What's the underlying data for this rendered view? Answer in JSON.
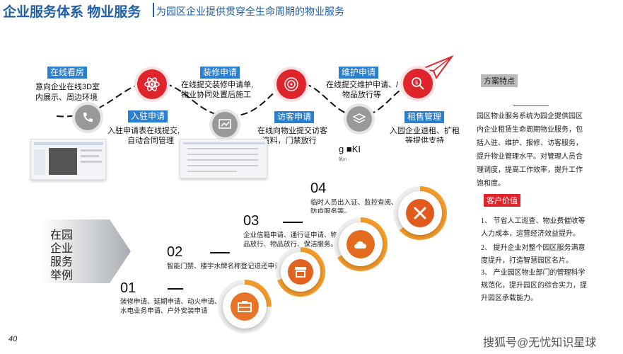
{
  "header": {
    "title": "企业服务体系 物业服务",
    "subtitle": "为园区企业提供贯穿全生命周期的物业服务"
  },
  "flow": {
    "online_viewing": {
      "label": "在线看房",
      "text": [
        "意向企业在线3D室",
        "内展示、周边环境"
      ]
    },
    "checkin": {
      "label": "入驻申请",
      "text": [
        "入驻申请表在线提交,",
        "自动合同管理"
      ]
    },
    "decoration": {
      "label": "装修申请",
      "text": [
        "在线提交装修申请单,",
        "物业协同处置后施工"
      ]
    },
    "visitor": {
      "label": "访客申请",
      "text": [
        "在线向物业提交访客",
        "■资料，门禁放行"
      ]
    },
    "maintenance": {
      "label": "维护申请",
      "text": [
        "在线提交维护申请、/",
        "物品放行等"
      ]
    },
    "leasing": {
      "label": "租售管理",
      "text": [
        "入园企业退租、扩租",
        "等提供支持"
      ]
    },
    "stray_text": "g ■KI",
    "stray_small": "帆m"
  },
  "features": {
    "title": "方案特点",
    "text": "园区物业服务系统为园企提供园区内企业租赁生命周期物业服务，包括入驻、维护、报修、访客服务，提升物业管理水平。对管理人员合理调度，提高工作效率，提升工作饱和度。"
  },
  "customer_value": {
    "title": "客户价值",
    "items": [
      "1、 节省人工巡查、物业费催收等人力成本，运营经济效益提升。",
      "2、 提升企业对整个园区服务满意度提升，打造智慧园区名片。",
      "3、 产业园区物业部门的管理科学规范化，提升园区的综合实力，提升园区承载能力。"
    ]
  },
  "services": {
    "title": "在园企业服务举例",
    "steps": [
      {
        "num": "01",
        "text": [
          "装修申请、延期申请、动火申请、",
          "水电业务申请、户外安装申请"
        ]
      },
      {
        "num": "02",
        "text": [
          "智能门禁、楼宇水牌名称登记退还申请、"
        ]
      },
      {
        "num": "03",
        "text": [
          "企业信箱申请、通行证申请、物",
          "品放行、物品放行、保洁服务。"
        ]
      },
      {
        "num": "04",
        "text": [
          "临时人员出入证、监控查阅、",
          "防疫服务等。"
        ]
      }
    ]
  },
  "footer": {
    "page": "40",
    "watermark": "搜狐号@无忧知识星球"
  },
  "colors": {
    "brand_blue": "#1f5ea8",
    "label_blue": "#2a7fd0",
    "accent_red": "#e0242c",
    "ring_orange": "#f39a2a"
  }
}
